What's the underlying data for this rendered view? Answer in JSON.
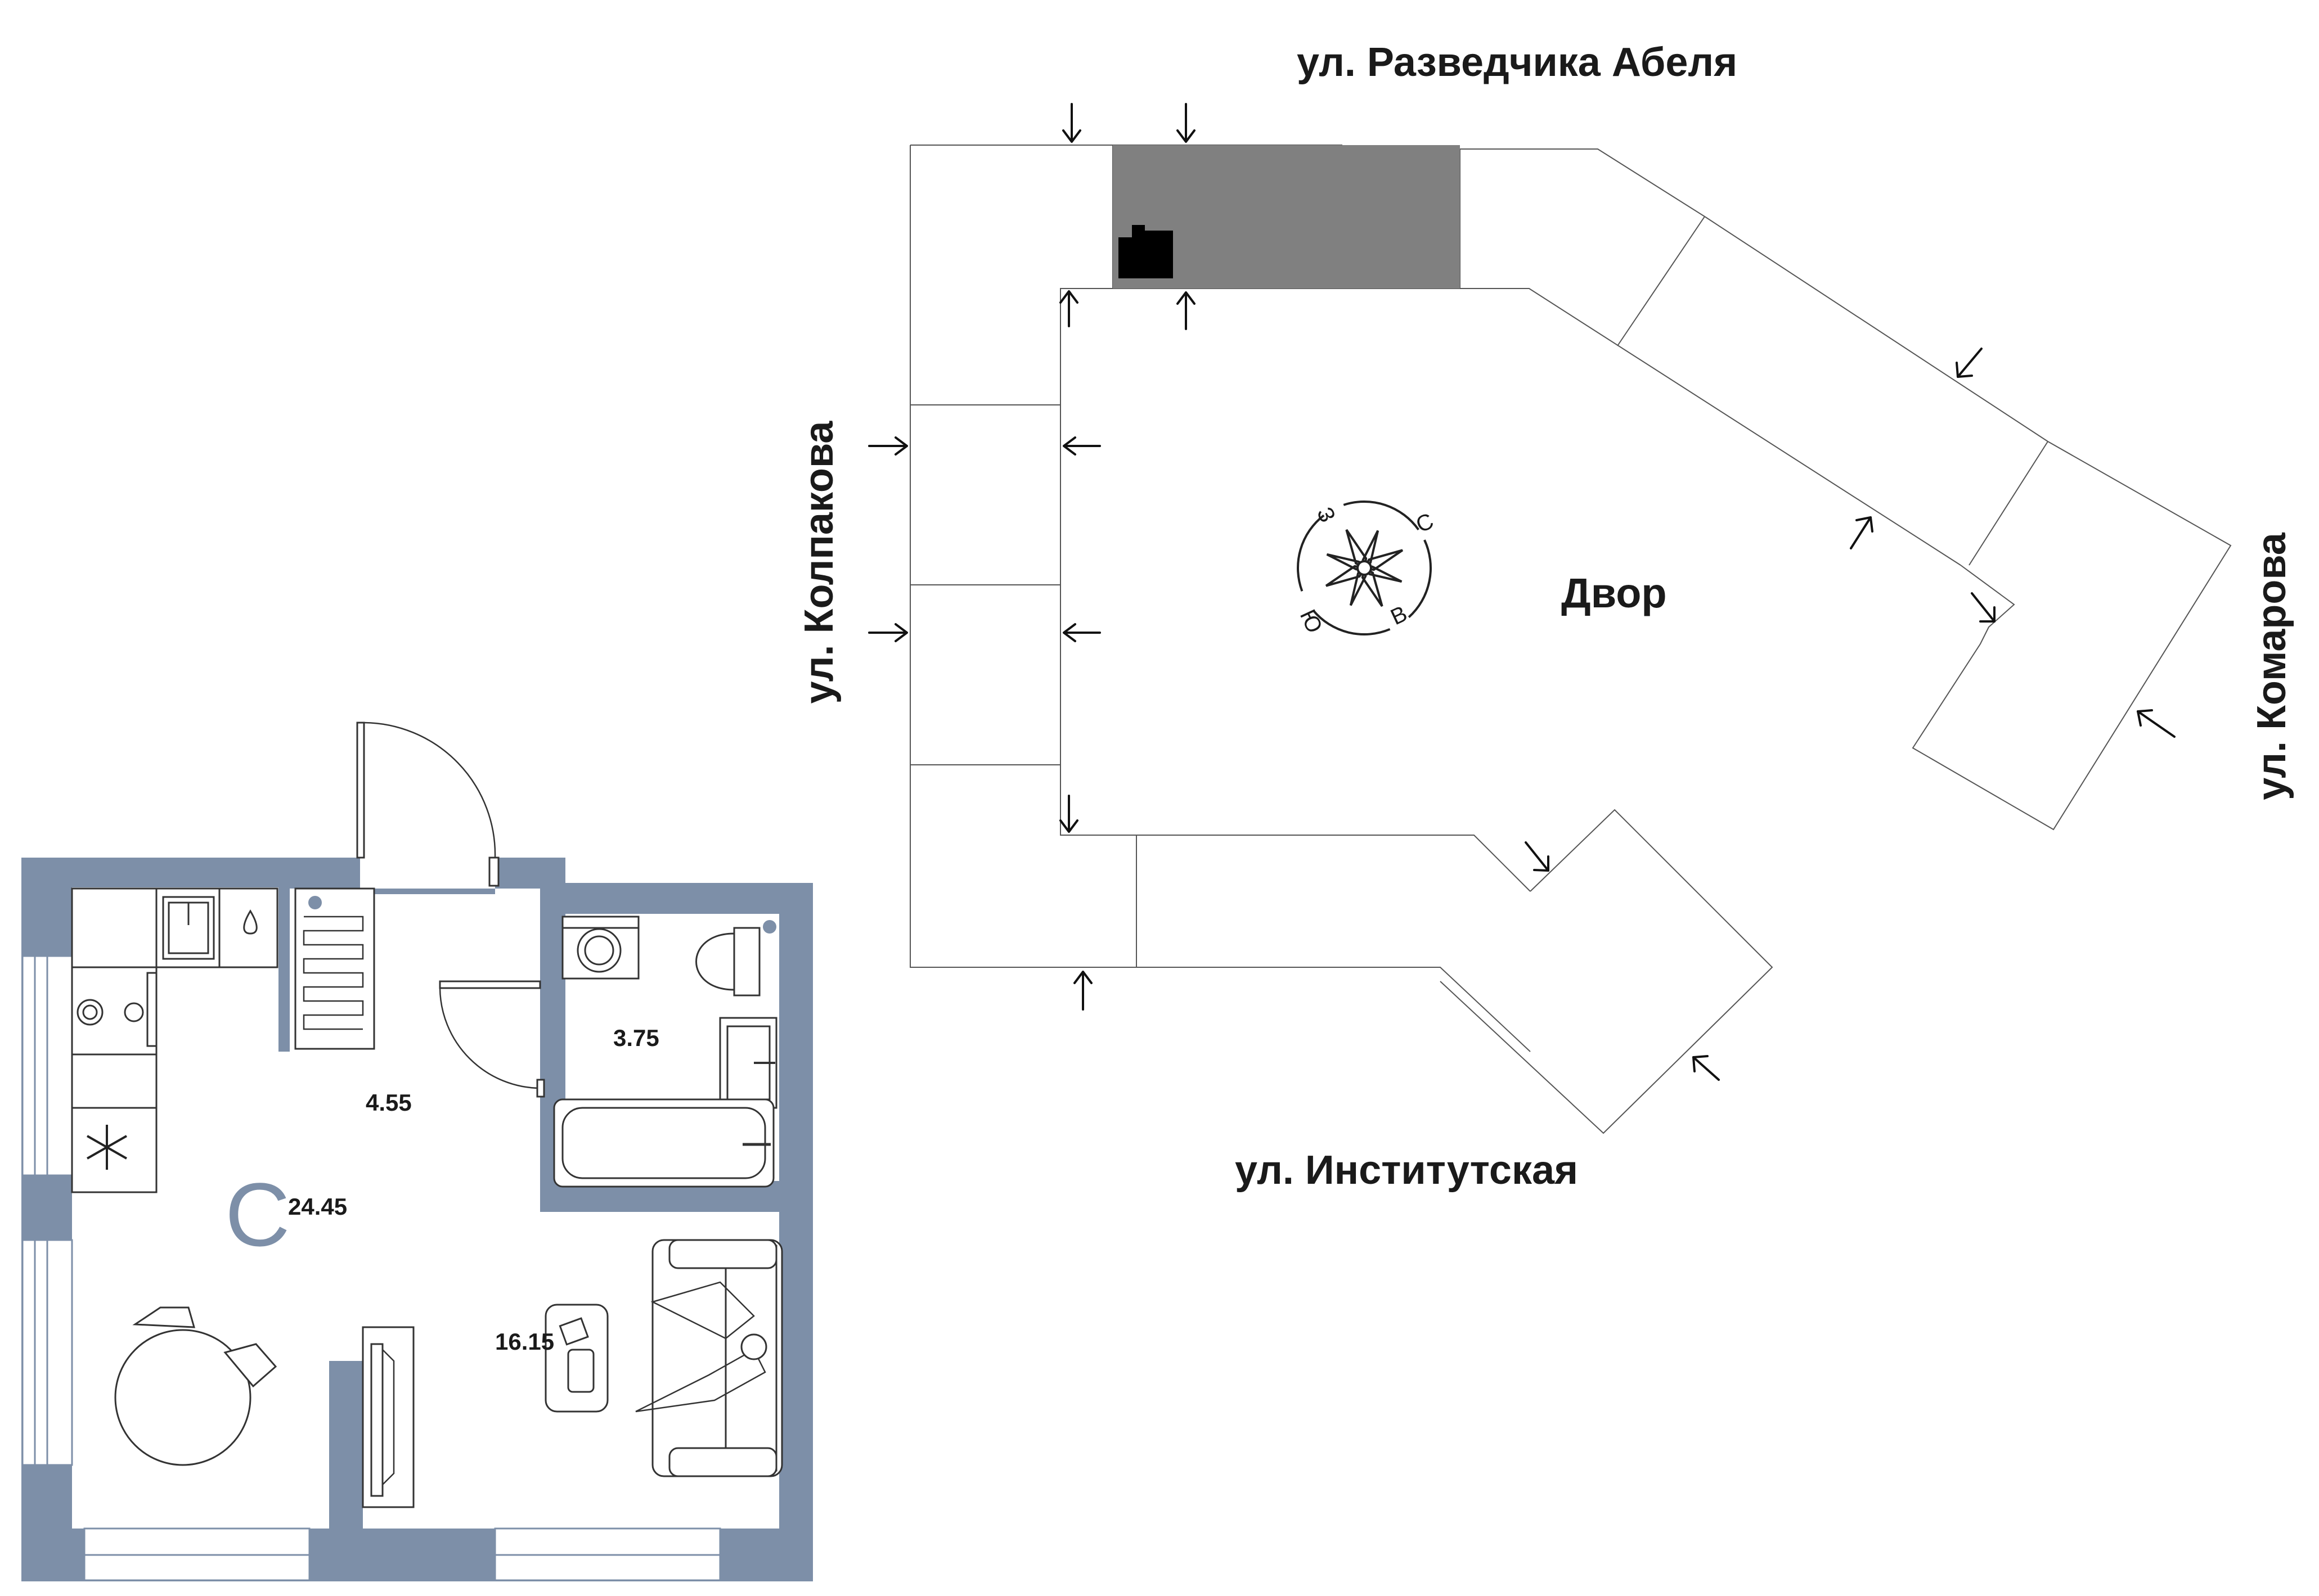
{
  "site_plan": {
    "streets": {
      "north": "ул. Разведчика Абеля",
      "west": "ул. Колпакова",
      "east": "ул. Комарова",
      "south": "ул. Институтская"
    },
    "courtyard_label": "Двор",
    "compass": {
      "n": "С",
      "e": "В",
      "s": "Ю",
      "w": "З"
    },
    "highlight_color": "#808080"
  },
  "apartment": {
    "type_label": "С",
    "total_area": "24.45",
    "rooms": {
      "hall_area": "4.55",
      "bathroom_area": "3.75",
      "living_area": "16.15"
    },
    "wall_color": "#7d8fa8"
  }
}
